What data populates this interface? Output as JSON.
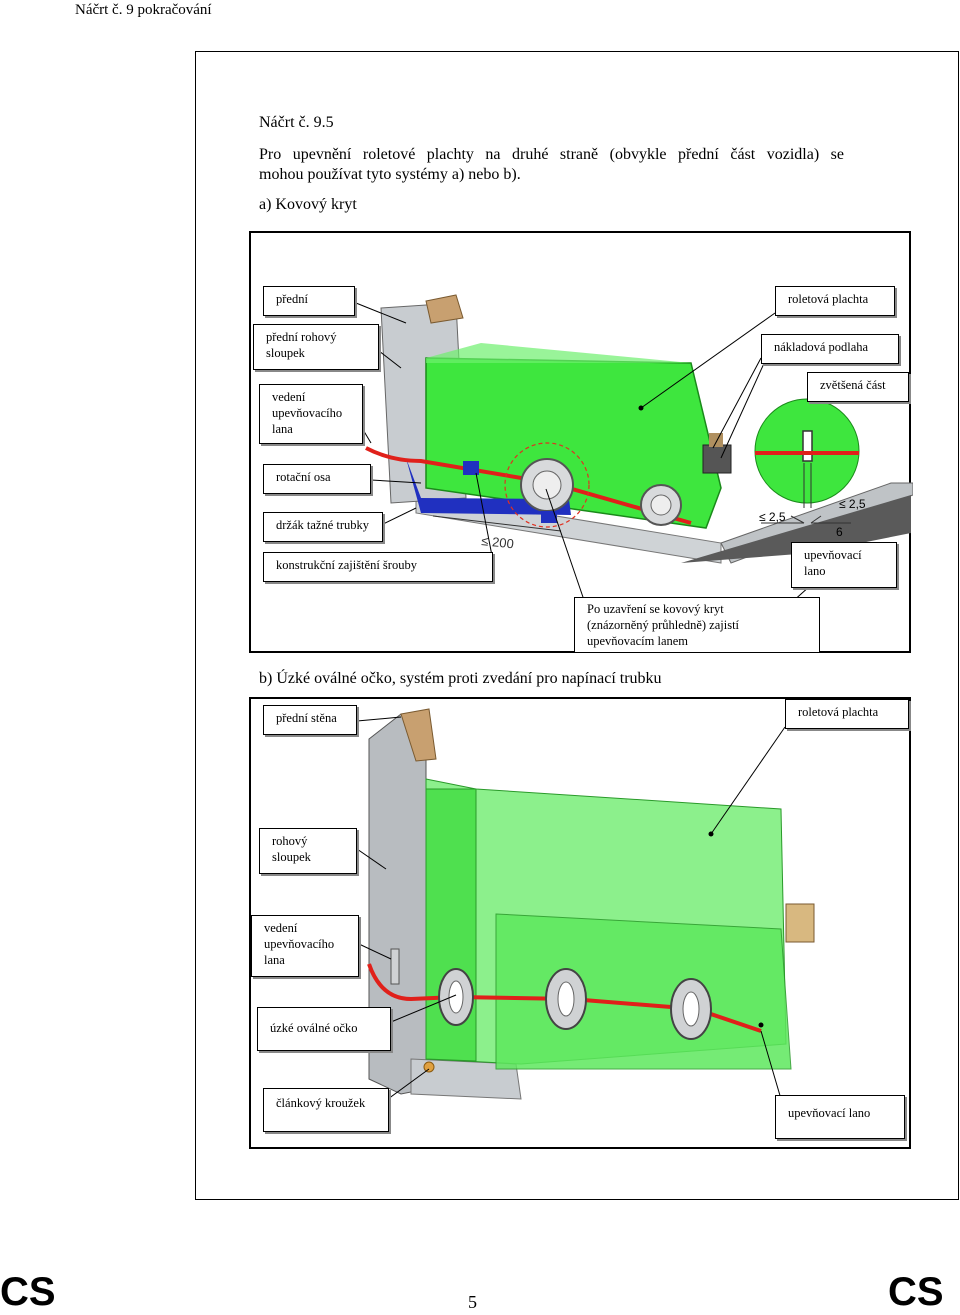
{
  "header": {
    "continuation": "Náčrt č. 9 pokračování"
  },
  "section": {
    "title": "Náčrt č. 9.5",
    "intro_line1": "Pro upevnění roletové plachty na druhé straně (obvykle přední část vozidla) se",
    "intro_line2": "mohou používat tyto systémy a) nebo b).",
    "a_title": "a)  Kovový kryt",
    "b_title": "b)  Úzké oválné očko, systém proti zvedání pro napínací trubku"
  },
  "figure_a": {
    "labels": {
      "predni": "přední",
      "predni_rohovy_sloupek_1": "přední rohový",
      "predni_rohovy_sloupek_2": "sloupek",
      "vedeni_1": "vedení",
      "vedeni_2": "upevňovacího",
      "vedeni_3": "lana",
      "rotacni_osa": "rotační osa",
      "drzak": "držák tažné trubky",
      "konstrukcni": "konstrukční zajištění šrouby",
      "roletova_plachta": "roletová plachta",
      "nakladova_podlaha": "nákladová podlaha",
      "zvetsena_cast": "zvětšená část",
      "upevnovaci_lano_1": "upevňovací",
      "upevnovaci_lano_2": "lano",
      "note_1": "Po uzavření se kovový kryt",
      "note_2": "(znázorněný průhledně) zajistí",
      "note_3": "upevňovacím lanem"
    },
    "dimensions": {
      "d200": "≤ 200",
      "d25a": "≤ 2,5",
      "d25b": "≤ 2,5",
      "d6": "6"
    }
  },
  "figure_b": {
    "labels": {
      "predni_stena": "přední stěna",
      "roletova_plachta": "roletová plachta",
      "rohovy_1": "rohový",
      "rohovy_2": "sloupek",
      "vedeni_1": "vedení",
      "vedeni_2": "upevňovacího",
      "vedeni_3": "lana",
      "uzke_ocko": "úzké oválné očko",
      "clankovy": "článkový kroužek",
      "upevnovaci_lano": "upevňovací lano"
    }
  },
  "footer": {
    "left": "CS",
    "right": "CS",
    "page": "5"
  },
  "colors": {
    "tarp_green": "#3ee63e",
    "rope_red": "#e0201a",
    "frame_blue": "#2030c0",
    "wood": "#c8a070"
  }
}
